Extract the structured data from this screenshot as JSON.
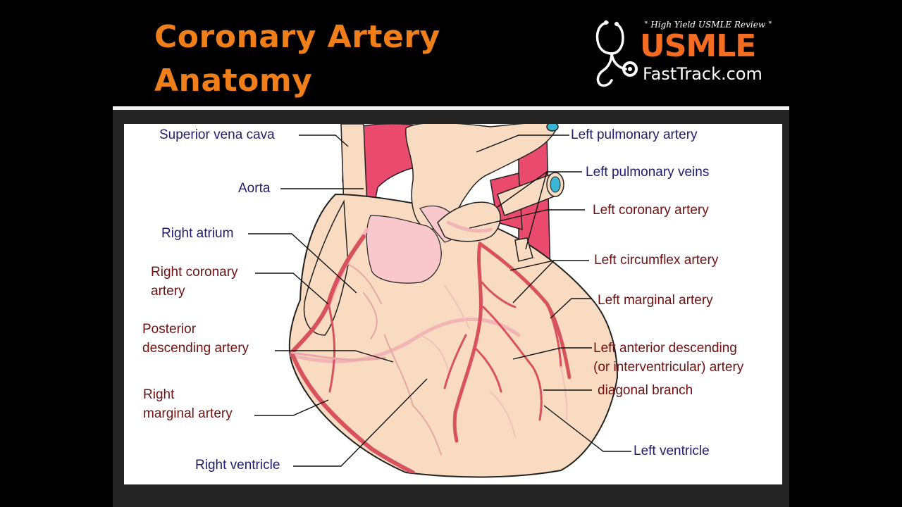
{
  "slide": {
    "title": "Coronary Artery\nAnatomy",
    "logo": {
      "tagline": "\" High Yield USMLE Review \"",
      "wordmark": "USMLE",
      "site": "FastTrack.com",
      "icon": "stethoscope-icon"
    }
  },
  "colors": {
    "title": "#f07f1a",
    "structure_label": "#1e1d6b",
    "artery_label": "#6e1111",
    "heart_tissue": "#f8dbc0",
    "great_vessel": "#e94a6d",
    "coronary_artery": "#d8525e"
  },
  "diagram": {
    "labels": {
      "superior_vena_cava": "Superior vena cava",
      "aorta": "Aorta",
      "right_atrium": "Right atrium",
      "right_coronary_artery": "Right coronary\nartery",
      "posterior_descending_artery": "Posterior\ndescending artery",
      "right_marginal_artery": "Right\nmarginal artery",
      "right_ventricle": "Right ventricle",
      "left_pulmonary_artery": "Left pulmonary artery",
      "left_pulmonary_veins": "Left pulmonary veins",
      "left_coronary_artery": "Left coronary artery",
      "left_circumflex_artery": "Left circumflex artery",
      "left_marginal_artery": "Left marginal artery",
      "left_anterior_descending": "Left anterior descending\n(or interventricular) artery",
      "diagonal_branch": "diagonal branch",
      "left_ventricle": "Left ventricle"
    }
  }
}
